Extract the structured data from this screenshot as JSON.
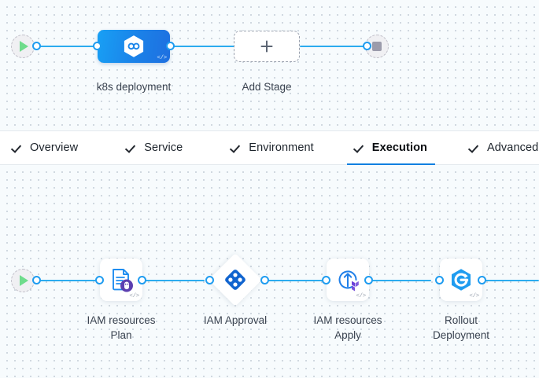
{
  "stage_pipeline": {
    "start_node": {
      "name": "pipeline-start",
      "icon": "play-icon"
    },
    "end_node": {
      "name": "pipeline-end",
      "icon": "stop-icon"
    },
    "stages": [
      {
        "label": "k8s deployment",
        "icon": "helm-hexagon-icon",
        "badge": "</>",
        "selected": true
      },
      {
        "label": "Add Stage",
        "icon": "plus-icon"
      }
    ]
  },
  "tabs": [
    {
      "label": "Overview",
      "checked": true,
      "active": false
    },
    {
      "label": "Service",
      "checked": true,
      "active": false
    },
    {
      "label": "Environment",
      "checked": true,
      "active": false
    },
    {
      "label": "Execution",
      "checked": true,
      "active": true
    },
    {
      "label": "Advanced",
      "checked": true,
      "active": false
    }
  ],
  "execution_pipeline": {
    "start_node": {
      "name": "execution-start",
      "icon": "play-icon"
    },
    "steps": [
      {
        "label": "IAM resources\nPlan",
        "icon": "terraform-plan-icon",
        "badge": "</>",
        "shape": "card"
      },
      {
        "label": "IAM Approval",
        "icon": "approval-diamond-icon",
        "badge": "",
        "shape": "diamond"
      },
      {
        "label": "IAM resources\nApply",
        "icon": "terraform-apply-icon",
        "badge": "</>",
        "shape": "card"
      },
      {
        "label": "Rollout\nDeployment",
        "icon": "argo-rollouts-icon",
        "badge": "</>",
        "shape": "card"
      }
    ]
  },
  "colors": {
    "accent_blue": "#1f9cf0",
    "link_blue": "#2cacef",
    "active_tab_underline": "#0b7fe0",
    "stage_gradient_start": "#18a0f5",
    "stage_gradient_end": "#1e6fe0",
    "play_green": "#6fdc8c",
    "stop_gray": "#9b9bab",
    "canvas_bg": "#f7fbfd",
    "terraform_purple": "#5c3fb0"
  }
}
